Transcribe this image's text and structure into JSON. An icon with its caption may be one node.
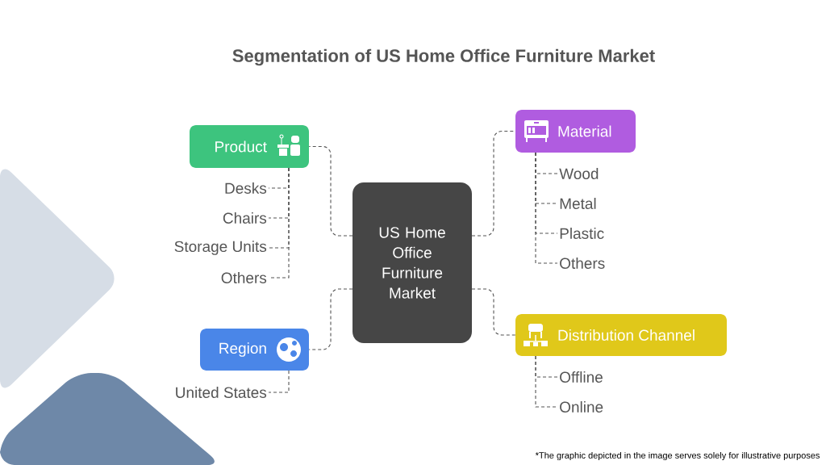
{
  "diagram": {
    "title": "Segmentation of US Home Office Furniture Market",
    "nodes": [
      {
        "text": [
          "US Home Office Furniture Market"
        ]
      },
      {
        "text": [
          "Product"
        ]
      },
      {
        "text": [
          "Desks"
        ]
      },
      {
        "text": [
          "Chairs"
        ]
      },
      {
        "text": [
          "Storage Units"
        ]
      },
      {
        "text": [
          "Others"
        ]
      },
      {
        "text": [
          "Material"
        ]
      },
      {
        "text": [
          "Wood"
        ]
      },
      {
        "text": [
          "Metal"
        ]
      },
      {
        "text": [
          "Plastic"
        ]
      },
      {
        "text": [
          "Others"
        ]
      },
      {
        "text": [
          "Region"
        ]
      },
      {
        "text": [
          "United States"
        ]
      },
      {
        "text": [
          "Distribution Channel"
        ]
      },
      {
        "text": [
          "Offline"
        ]
      },
      {
        "text": [
          "Online"
        ]
      }
    ],
    "edges": [
      {
        "from": 0,
        "to": 1,
        "arrow": "none",
        "style": "dashed"
      },
      {
        "from": 1,
        "to": 2,
        "arrow": "none",
        "style": "dashed"
      },
      {
        "from": 1,
        "to": 3,
        "arrow": "none",
        "style": "dashed"
      },
      {
        "from": 1,
        "to": 4,
        "arrow": "none",
        "style": "dashed"
      },
      {
        "from": 1,
        "to": 5,
        "arrow": "none",
        "style": "dashed"
      },
      {
        "from": 0,
        "to": 6,
        "arrow": "none",
        "style": "dashed"
      },
      {
        "from": 6,
        "to": 7,
        "arrow": "none",
        "style": "dashed"
      },
      {
        "from": 6,
        "to": 8,
        "arrow": "none",
        "style": "dashed"
      },
      {
        "from": 6,
        "to": 9,
        "arrow": "none",
        "style": "dashed"
      },
      {
        "from": 6,
        "to": 10,
        "arrow": "none",
        "style": "dashed"
      },
      {
        "from": 0,
        "to": 11,
        "arrow": "none",
        "style": "dashed"
      },
      {
        "from": 11,
        "to": 12,
        "arrow": "none",
        "style": "dashed"
      },
      {
        "from": 0,
        "to": 13,
        "arrow": "none",
        "style": "dashed"
      },
      {
        "from": 13,
        "to": 14,
        "arrow": "none",
        "style": "dashed"
      },
      {
        "from": 13,
        "to": 15,
        "arrow": "none",
        "style": "dashed"
      }
    ],
    "labels": [
      "*The graphic depicted in the image serves solely for illustrative purposes"
    ]
  }
}
